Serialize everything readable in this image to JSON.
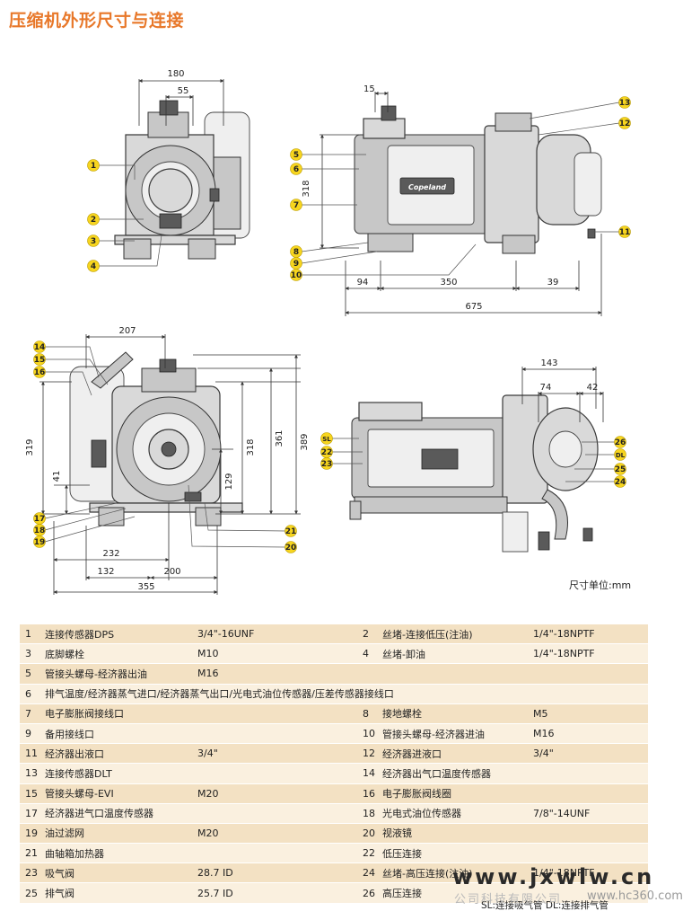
{
  "title": "压缩机外形尺寸与连接",
  "unit_note": "尺寸单位:mm",
  "dimensions": {
    "d180": "180",
    "d55": "55",
    "d15": "15",
    "d318a": "318",
    "d94": "94",
    "d350": "350",
    "d39": "39",
    "d675": "675",
    "d207": "207",
    "d319": "319",
    "d41": "41",
    "d318b": "318",
    "d361": "361",
    "d389": "389",
    "d129": "129",
    "d232": "232",
    "d132": "132",
    "d200": "200",
    "d355": "355",
    "d143": "143",
    "d74": "74",
    "d42": "42"
  },
  "callouts": {
    "c1": "1",
    "c2": "2",
    "c3": "3",
    "c4": "4",
    "c5": "5",
    "c6": "6",
    "c7": "7",
    "c8": "8",
    "c9": "9",
    "c10": "10",
    "c11": "11",
    "c12": "12",
    "c13": "13",
    "c14": "14",
    "c15": "15",
    "c16": "16",
    "c17": "17",
    "c18": "18",
    "c19": "19",
    "c20": "20",
    "c21": "21",
    "cSL": "SL",
    "c22": "22",
    "c23": "23",
    "c26": "26",
    "cDL": "DL",
    "c25": "25",
    "c24": "24"
  },
  "nameplate_brand": "Copeland",
  "legend_rows": [
    {
      "n1": "1",
      "d1": "连接传感器DPS",
      "s1": "3/4\"-16UNF",
      "n2": "2",
      "d2": "丝堵-连接低压(注油)",
      "s2": "1/4\"-18NPTF"
    },
    {
      "n1": "3",
      "d1": "底脚螺栓",
      "s1": "M10",
      "n2": "4",
      "d2": "丝堵-卸油",
      "s2": "1/4\"-18NPTF"
    },
    {
      "n1": "5",
      "d1": "管接头螺母-经济器出油",
      "s1": "M16",
      "n2": "",
      "d2": "",
      "s2": ""
    },
    {
      "n1": "6",
      "d1": "排气温度/经济器蒸气进口/经济器蒸气出口/光电式油位传感器/压差传感器接线口",
      "s1": "",
      "n2": "",
      "d2": "",
      "s2": ""
    },
    {
      "n1": "7",
      "d1": "电子膨胀阀接线口",
      "s1": "",
      "n2": "8",
      "d2": "接地螺栓",
      "s2": "M5"
    },
    {
      "n1": "9",
      "d1": "备用接线口",
      "s1": "",
      "n2": "10",
      "d2": "管接头螺母-经济器进油",
      "s2": "M16"
    },
    {
      "n1": "11",
      "d1": "经济器出液口",
      "s1": "3/4\"",
      "n2": "12",
      "d2": "经济器进液口",
      "s2": "3/4\""
    },
    {
      "n1": "13",
      "d1": "连接传感器DLT",
      "s1": "",
      "n2": "14",
      "d2": "经济器出气口温度传感器",
      "s2": ""
    },
    {
      "n1": "15",
      "d1": "管接头螺母-EVI",
      "s1": "M20",
      "n2": "16",
      "d2": "电子膨胀阀线圈",
      "s2": ""
    },
    {
      "n1": "17",
      "d1": "经济器进气口温度传感器",
      "s1": "",
      "n2": "18",
      "d2": "光电式油位传感器",
      "s2": "7/8\"-14UNF"
    },
    {
      "n1": "19",
      "d1": "油过滤网",
      "s1": "M20",
      "n2": "20",
      "d2": "视液镜",
      "s2": ""
    },
    {
      "n1": "21",
      "d1": "曲轴箱加热器",
      "s1": "",
      "n2": "22",
      "d2": "低压连接",
      "s2": ""
    },
    {
      "n1": "23",
      "d1": "吸气阀",
      "s1": "28.7 ID",
      "n2": "24",
      "d2": "丝堵-高压连接(注油)",
      "s2": "1/4\"-18NPTF"
    },
    {
      "n1": "25",
      "d1": "排气阀",
      "s1": "25.7 ID",
      "n2": "26",
      "d2": "高压连接",
      "s2": ""
    }
  ],
  "footer_note": "SL:连接吸气管   DL:连接排气管",
  "watermark": {
    "main": "www.jxwlw.cn",
    "sub": "公司科技有限公司",
    "site": "www.hc360.com"
  }
}
